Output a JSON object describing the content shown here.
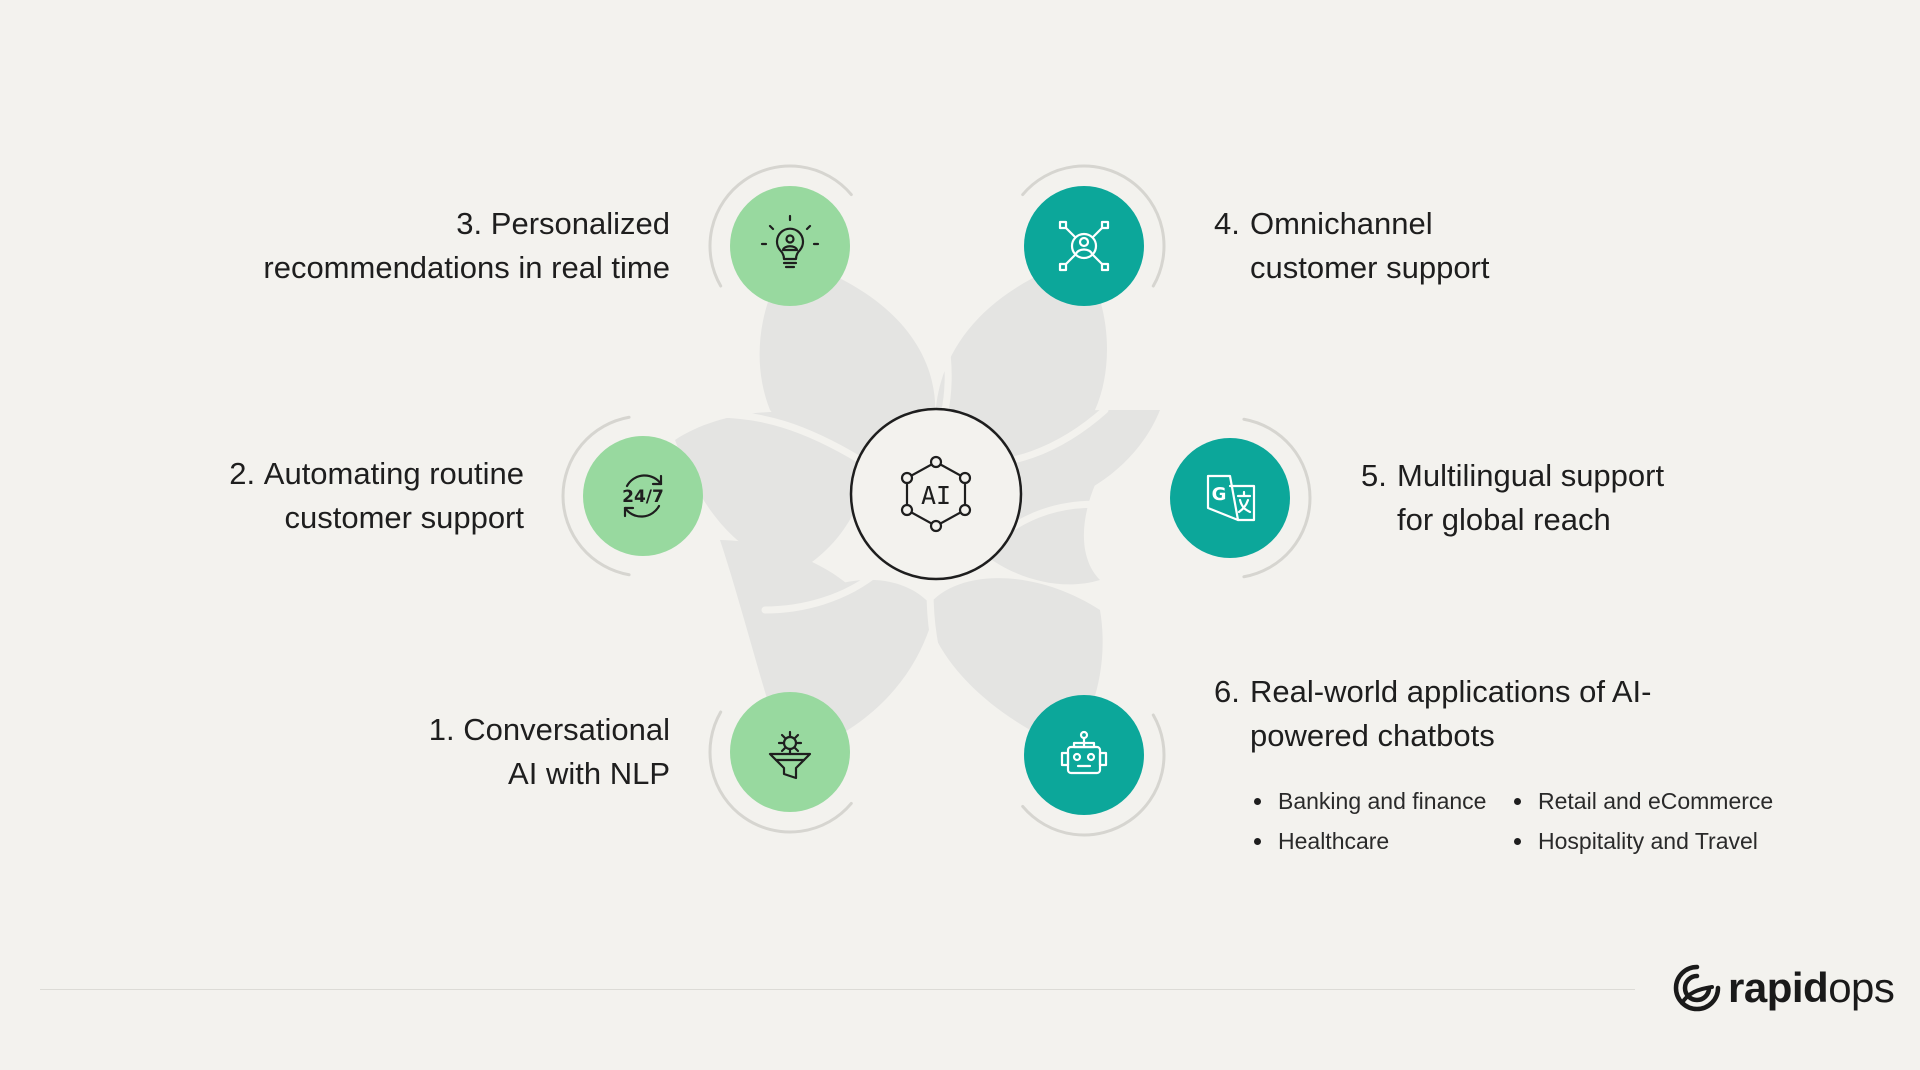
{
  "center": {
    "icon": "ai-chip-icon",
    "text": "AI"
  },
  "colors": {
    "light_green": "#98d99f",
    "teal": "#0ca79a",
    "petal": "#e4e4e2",
    "ring": "#d6d5d0",
    "background": "#f3f2ee"
  },
  "items": [
    {
      "num": "1.",
      "lines": [
        "Conversational",
        "AI with NLP"
      ],
      "icon": "funnel-gear-icon"
    },
    {
      "num": "2.",
      "lines": [
        "Automating routine",
        "customer support"
      ],
      "icon": "clock-24-7-icon"
    },
    {
      "num": "3.",
      "lines": [
        "Personalized",
        "recommendations in real time"
      ],
      "icon": "lightbulb-person-icon"
    },
    {
      "num": "4.",
      "lines": [
        "Omnichannel",
        "customer support"
      ],
      "icon": "person-network-icon"
    },
    {
      "num": "5.",
      "lines": [
        "Multilingual support",
        "for global reach"
      ],
      "icon": "translate-icon"
    },
    {
      "num": "6.",
      "lines": [
        "Real-world applications of AI-",
        "powered chatbots"
      ],
      "icon": "robot-icon"
    }
  ],
  "applications": [
    "Banking and finance",
    "Retail and eCommerce",
    "Healthcare",
    "Hospitality and Travel"
  ],
  "brand": {
    "name_bold": "rapid",
    "name_light": "ops",
    "icon": "rapidops-logo-icon"
  }
}
